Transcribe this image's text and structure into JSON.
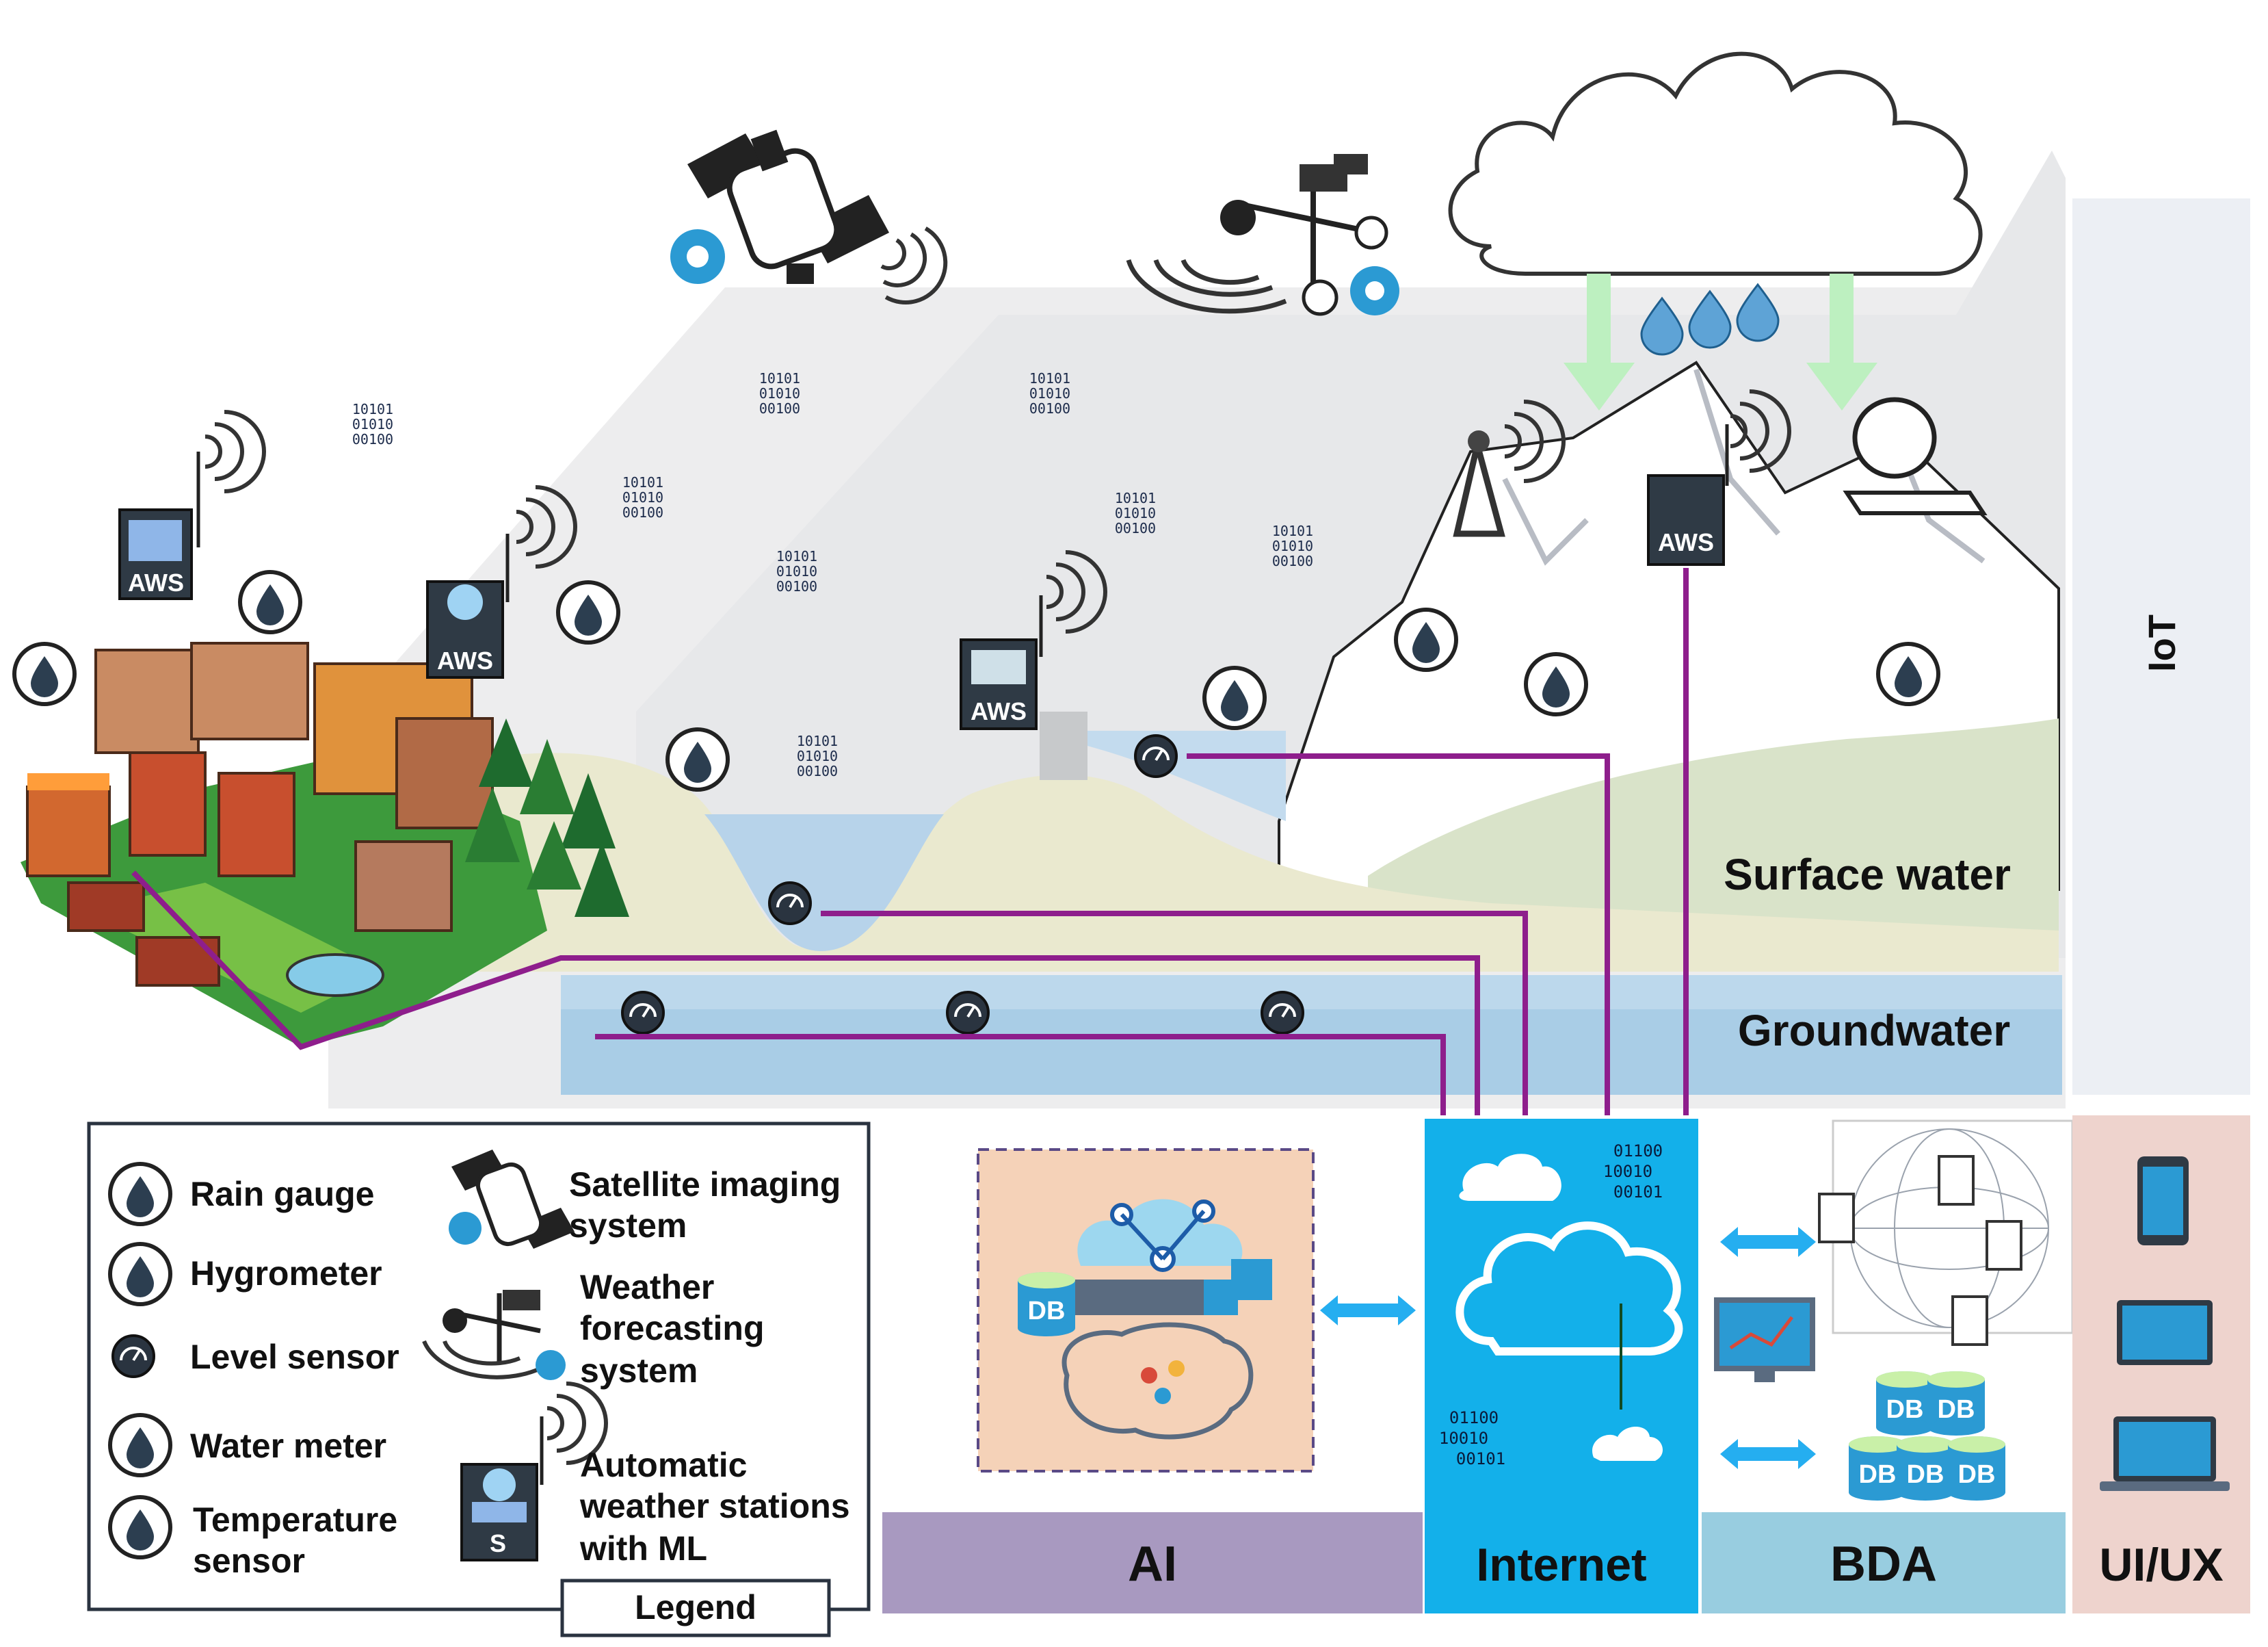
{
  "legend": {
    "title": "Legend",
    "items": [
      {
        "label": "Rain gauge"
      },
      {
        "label": "Hygrometer"
      },
      {
        "label": "Level sensor"
      },
      {
        "label": "Water meter"
      },
      {
        "label": "Temperature"
      },
      {
        "label": "sensor"
      },
      {
        "label": "Satellite imaging"
      },
      {
        "label": "system"
      },
      {
        "label": "Weather"
      },
      {
        "label": "forecasting"
      },
      {
        "label": "system"
      },
      {
        "label": "Automatic"
      },
      {
        "label": "weather stations"
      },
      {
        "label": "with ML"
      }
    ]
  },
  "layers": {
    "surface_water": "Surface water",
    "groundwater": "Groundwater",
    "iot": "IoT"
  },
  "panels": {
    "ai": "AI",
    "internet": "Internet",
    "bda": "BDA",
    "uiux": "UI/UX"
  },
  "aws_label": "AWS",
  "station_s_label": "S",
  "db_label": "DB",
  "binary_block": [
    "10101",
    "01010",
    "00100"
  ],
  "internet_binary": [
    "01100",
    "10010",
    "00101"
  ],
  "colors": {
    "sky": "#e9eaec",
    "surface_water": "#c6daea",
    "groundwater": "#a9cde6",
    "hill_sand": "#eae9cf",
    "hill_green": "#d9e3c9",
    "pipe": "#8e1e8c",
    "internet": "#13b0ea",
    "ai": "#a899c0",
    "ai_card": "#f5d2b8",
    "bda": "#98cde0",
    "uiux": "#eed3cd",
    "iot": "#eceff4",
    "arrow": "#25aef0",
    "rain_arrow": "#bdf0c0"
  }
}
